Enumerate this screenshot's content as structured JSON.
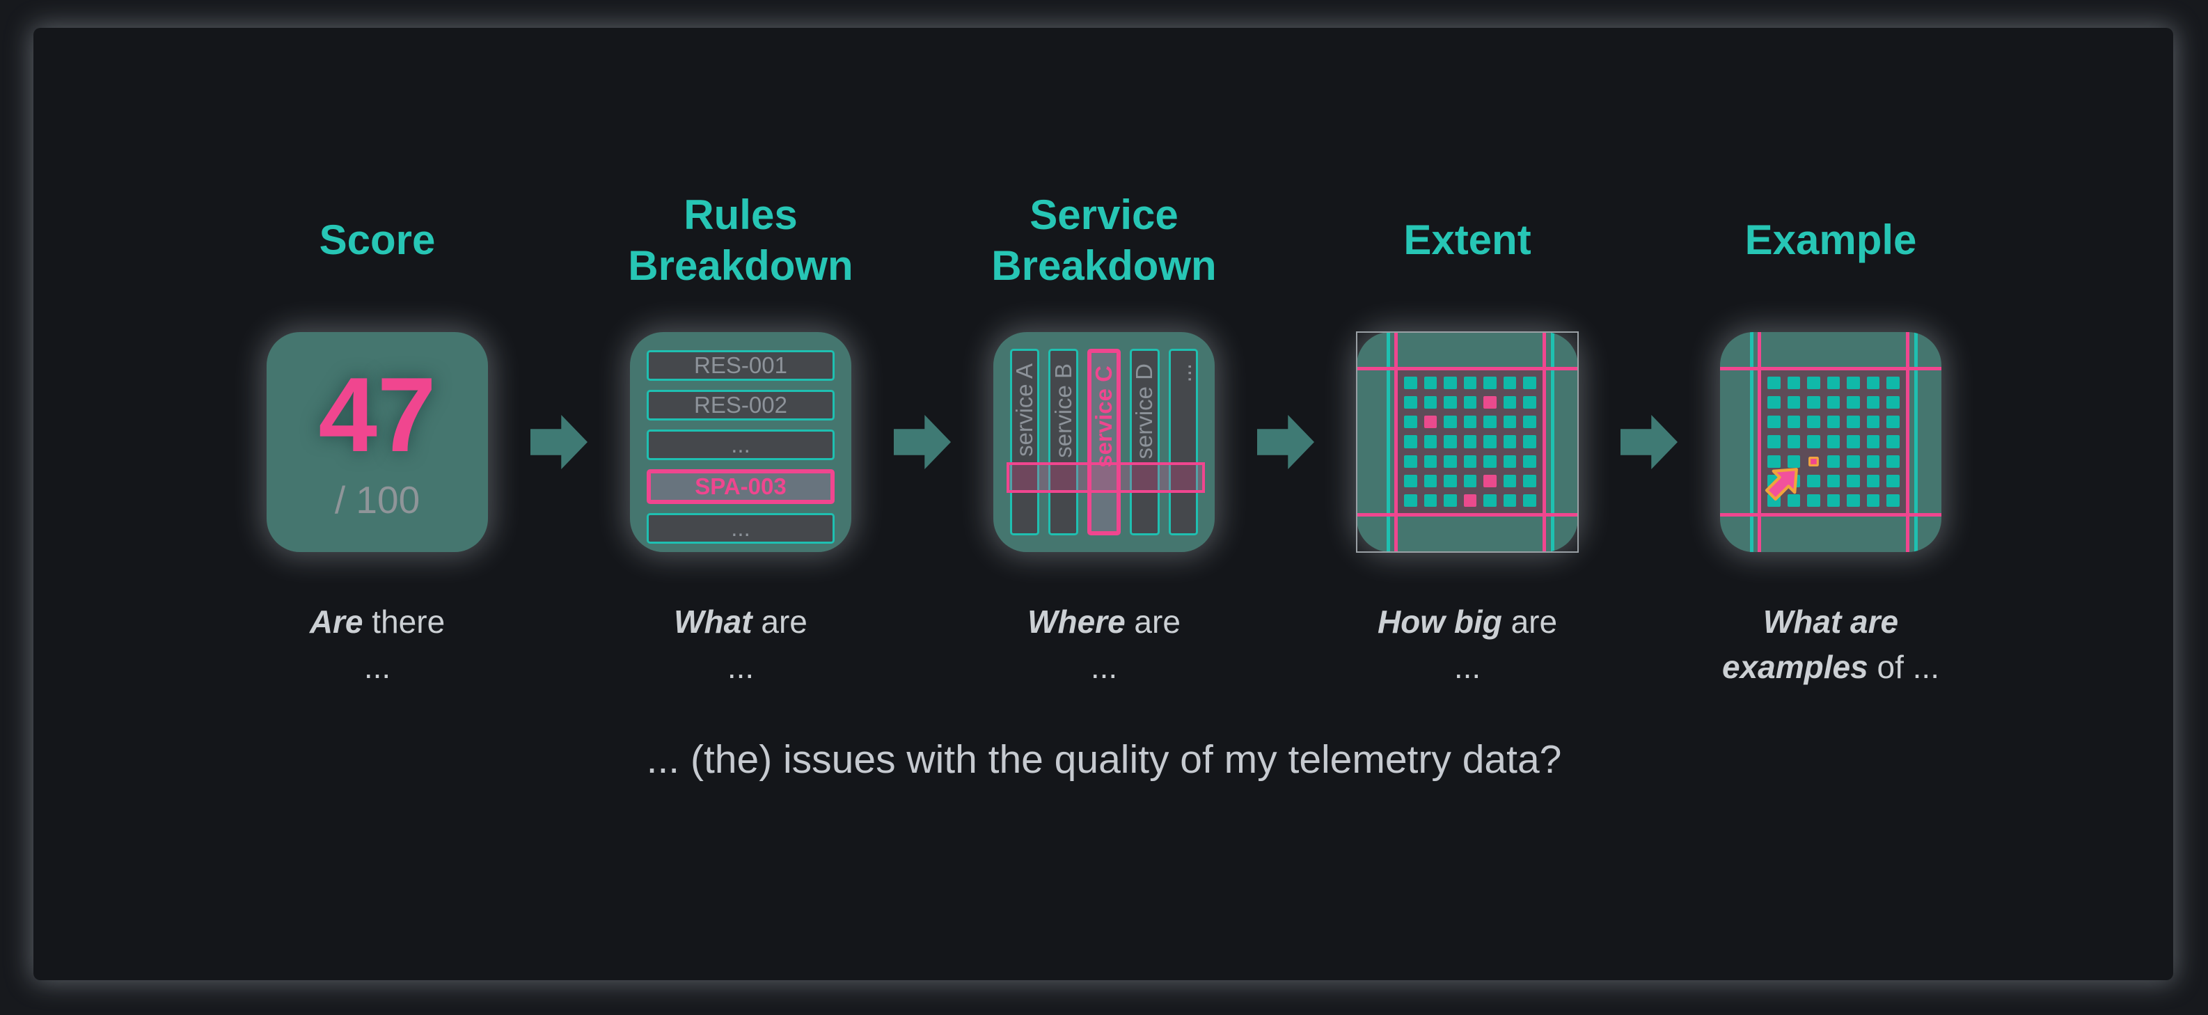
{
  "columns": [
    {
      "title": "Score",
      "q1_bold": "Are",
      "q1_rest": " there",
      "q2_bold": "",
      "q2_rest": "..."
    },
    {
      "title": "Rules Breakdown",
      "q1_bold": "What",
      "q1_rest": " are",
      "q2_bold": "",
      "q2_rest": "..."
    },
    {
      "title": "Service Breakdown",
      "q1_bold": "Where",
      "q1_rest": " are",
      "q2_bold": "",
      "q2_rest": "..."
    },
    {
      "title": "Extent",
      "q1_bold": "How big",
      "q1_rest": " are",
      "q2_bold": "",
      "q2_rest": "..."
    },
    {
      "title": "Example",
      "q1_bold": "What are",
      "q1_rest": "",
      "q2_bold": "examples",
      "q2_rest": " of ..."
    }
  ],
  "score": {
    "value": "47",
    "denominator": "/ 100"
  },
  "rules_card": {
    "bars": [
      {
        "label": "RES-001",
        "highlight": false
      },
      {
        "label": "RES-002",
        "highlight": false
      },
      {
        "label": "...",
        "highlight": false
      },
      {
        "label": "SPA-003",
        "highlight": true
      },
      {
        "label": "...",
        "highlight": false
      }
    ]
  },
  "service_card": {
    "bars": [
      {
        "label": "service A",
        "highlight": false
      },
      {
        "label": "service B",
        "highlight": false
      },
      {
        "label": "service C",
        "highlight": true
      },
      {
        "label": "service D",
        "highlight": false
      },
      {
        "label": "...",
        "highlight": false
      }
    ]
  },
  "extent_card": {
    "rows": 7,
    "cols": 7,
    "pink_cells": [
      [
        2,
        5
      ],
      [
        3,
        2
      ],
      [
        6,
        5
      ],
      [
        7,
        4
      ]
    ]
  },
  "example_card": {
    "rows": 7,
    "cols": 7,
    "highlight_cell": [
      5,
      3
    ]
  },
  "footer": "... (the) issues with the quality of my telemetry data?",
  "colors": {
    "bg_outer": "#17191d",
    "bg_panel": "#14161a",
    "title_teal": "#27c6b5",
    "card_teal": "#45766f",
    "arrow_teal": "#3f7a74",
    "teal_border": "#1fc0b1",
    "pink": "#f0468f",
    "grid_bg": "#5e4c58",
    "grid_teal": "#10b9a9",
    "grid_pink": "#ea4b8d",
    "orange": "#f2a340",
    "text_gray": "#ccd0d4",
    "muted_gray": "#8d939a"
  }
}
